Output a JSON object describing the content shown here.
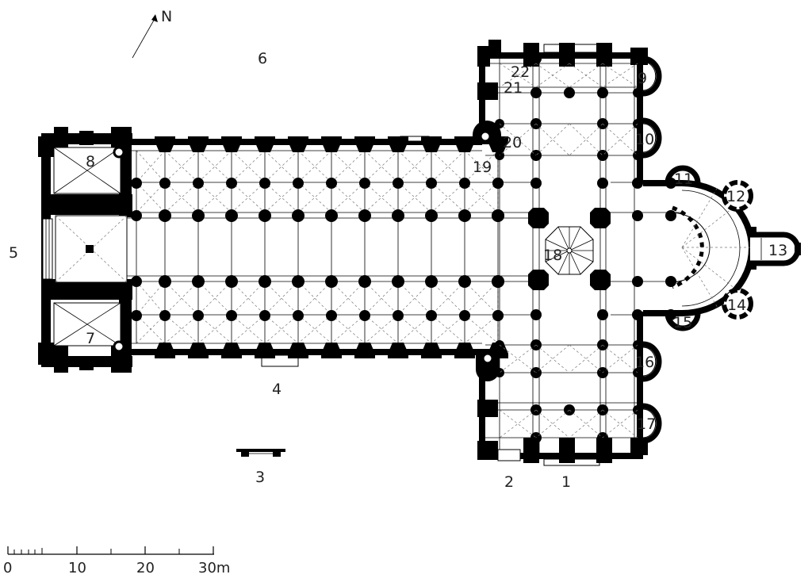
{
  "compass": {
    "label": "N"
  },
  "labels": {
    "n1": "1",
    "n2": "2",
    "n3": "3",
    "n4": "4",
    "n5": "5",
    "n6": "6",
    "n7": "7",
    "n8": "8",
    "n9": "9",
    "n10": "10",
    "n11": "11",
    "n12": "12",
    "n13": "13",
    "n14": "14",
    "n15": "15",
    "n16": "16",
    "n17": "17",
    "n18": "18",
    "n19": "19",
    "n20": "20",
    "n21": "21",
    "n22": "22"
  },
  "scale": {
    "t0": "0",
    "t10": "10",
    "t20": "20",
    "t30": "30m"
  }
}
